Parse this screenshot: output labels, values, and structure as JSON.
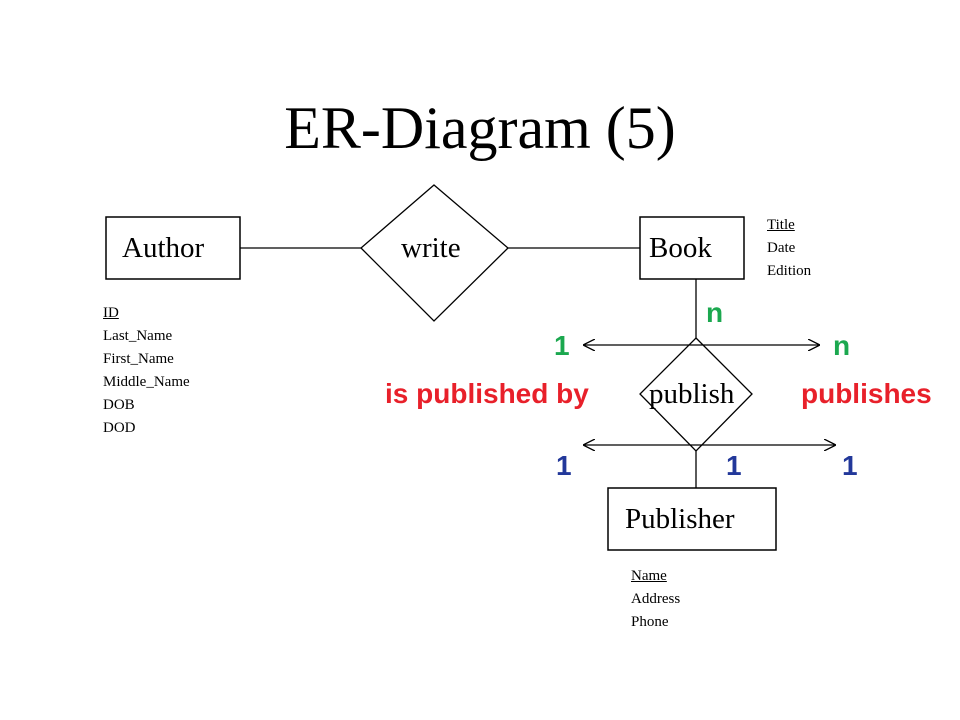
{
  "title": "ER-Diagram (5)",
  "entities": {
    "author": {
      "label": "Author",
      "attributes": [
        "ID",
        "Last_Name",
        "First_Name",
        "Middle_Name",
        "DOB",
        "DOD"
      ]
    },
    "book": {
      "label": "Book",
      "attributes": [
        "Title",
        "Date",
        "Edition"
      ]
    },
    "publisher": {
      "label": "Publisher",
      "attributes": [
        "Name",
        "Address",
        "Phone"
      ]
    }
  },
  "relationships": {
    "write": {
      "label": "write"
    },
    "publish": {
      "label": "publish"
    }
  },
  "cardinalities": {
    "book_publish": "n",
    "upper_left": "1",
    "upper_right": "n",
    "lower_left": "1",
    "lower_middle": "1",
    "lower_right": "1"
  },
  "roles": {
    "left": "is published by",
    "right": "publishes"
  },
  "colors": {
    "green": "#1ba84f",
    "red": "#e8202a",
    "blue": "#22389a"
  }
}
